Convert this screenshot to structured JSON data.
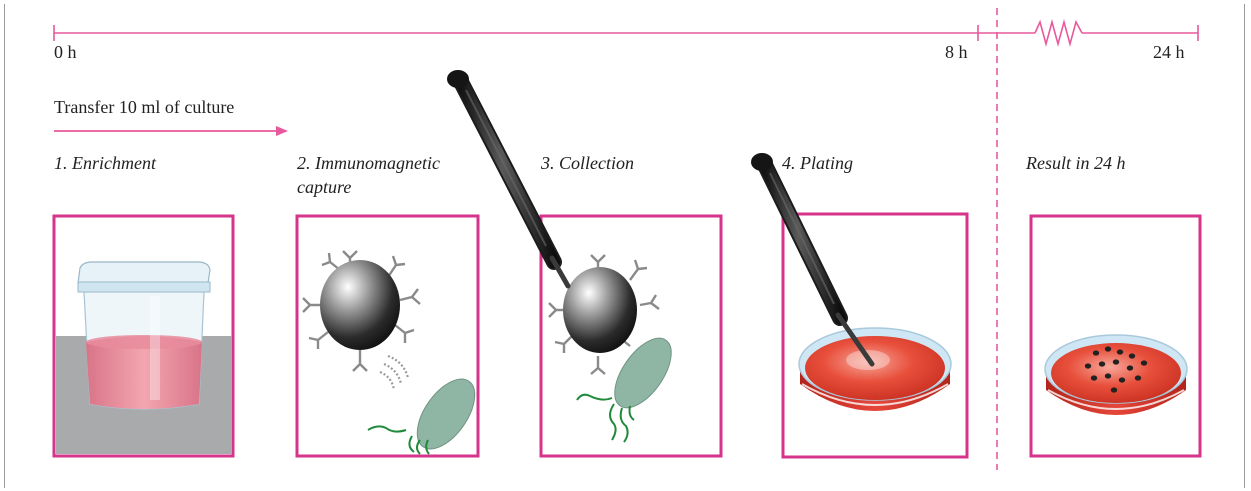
{
  "timeline": {
    "start_label": "0 h",
    "mid_label": "8 h",
    "end_label": "24 h",
    "color": "#e8589c"
  },
  "transfer_note": "Transfer 10 ml of culture",
  "steps": [
    {
      "title": "1. Enrichment"
    },
    {
      "title_line1": "2. Immunomagnetic",
      "title_line2": "capture"
    },
    {
      "title": "3. Collection"
    },
    {
      "title": "4. Plating"
    },
    {
      "title": "Result in 24 h"
    }
  ],
  "colors": {
    "panel_border": "#d6338a",
    "culture_pink": "#e88a9a",
    "agar_red": "#e0392b",
    "bacterium_green": "#8fb5a5",
    "flagella_green": "#1f8a3a",
    "bead_gray": "#444444",
    "pipette_black": "#2a2a2a"
  }
}
